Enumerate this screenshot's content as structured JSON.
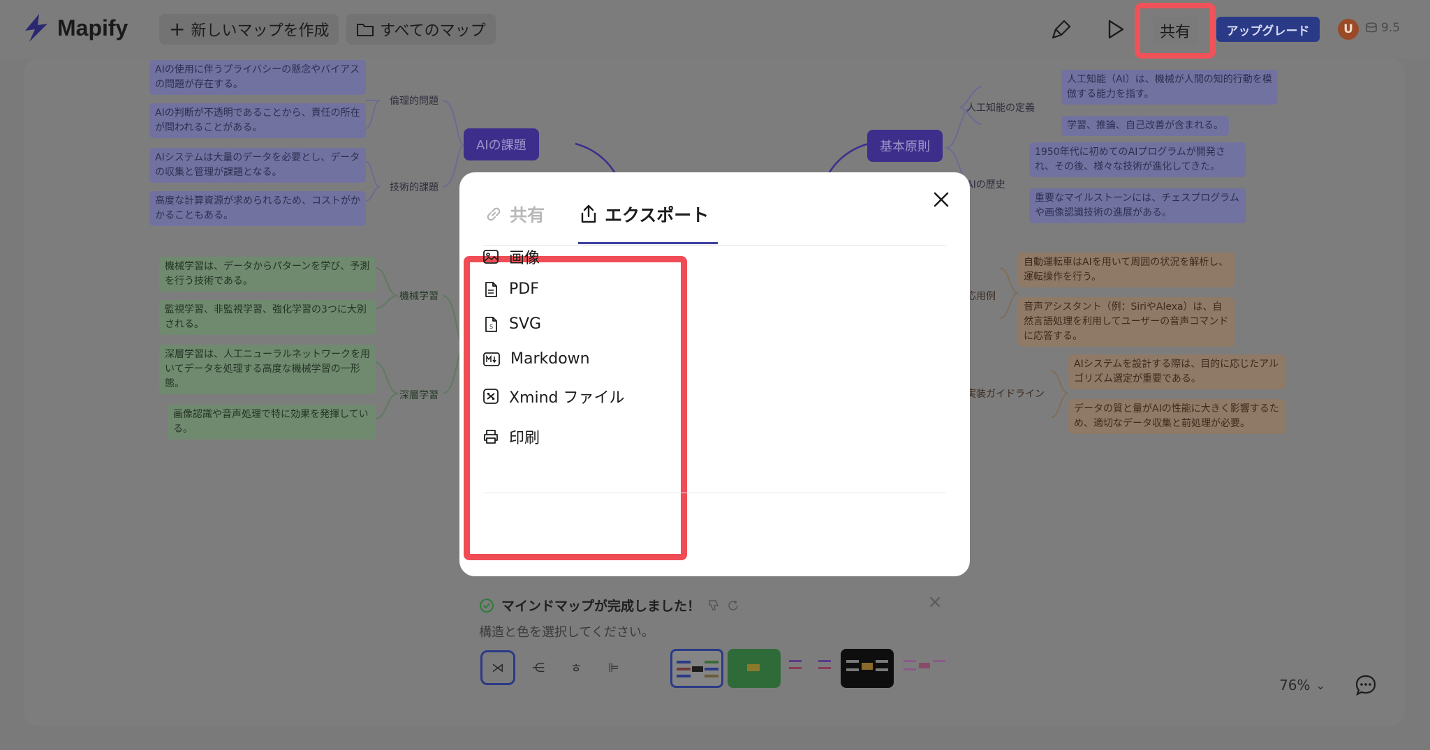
{
  "app": {
    "name": "Mapify",
    "new_map_label": "新しいマップを作成",
    "all_maps_label": "すべてのマップ",
    "share_label": "共有",
    "upgrade_label": "アップグレード",
    "avatar_initial": "U",
    "credits": "9.5",
    "accent_color": "#3b3f9e",
    "highlight_color": "#ef4c55"
  },
  "mindmap": {
    "topics": {
      "left": "AIの課題",
      "right": "基本原則"
    },
    "left_branches": [
      {
        "label": "倫理的問題",
        "notes": [
          "AIの使用に伴うプライバシーの懸念やバイアスの問題が存在する。",
          "AIの判断が不透明であることから、責任の所在が問われることがある。"
        ]
      },
      {
        "label": "技術的課題",
        "notes": [
          "AIシステムは大量のデータを必要とし、データの収集と管理が課題となる。",
          "高度な計算資源が求められるため、コストがかかることもある。"
        ]
      },
      {
        "label": "機械学習",
        "notes": [
          "機械学習は、データからパターンを学び、予測を行う技術である。",
          "監視学習、非監視学習、強化学習の3つに大別される。"
        ]
      },
      {
        "label": "深層学習",
        "notes": [
          "深層学習は、人工ニューラルネットワークを用いてデータを処理する高度な機械学習の一形態。",
          "画像認識や音声処理で特に効果を発揮している。"
        ]
      }
    ],
    "right_branches": [
      {
        "label": "人工知能の定義",
        "notes": [
          "人工知能（AI）は、機械が人間の知的行動を模倣する能力を指す。",
          "学習、推論、自己改善が含まれる。"
        ]
      },
      {
        "label": "AIの歴史",
        "notes": [
          "1950年代に初めてのAIプログラムが開発され、その後、様々な技術が進化してきた。",
          "重要なマイルストーンには、チェスプログラムや画像認識技術の進展がある。"
        ]
      },
      {
        "label": "応用例",
        "notes": [
          "自動運転車はAIを用いて周囲の状況を解析し、運転操作を行う。",
          "音声アシスタント（例：SiriやAlexa）は、自然言語処理を利用してユーザーの音声コマンドに応答する。"
        ]
      },
      {
        "label": "実装ガイドライン",
        "notes": [
          "AIシステムを設計する際は、目的に応じたアルゴリズム選定が重要である。",
          "データの質と量がAIの性能に大きく影響するため、適切なデータ収集と前処理が必要。"
        ]
      }
    ]
  },
  "completion_panel": {
    "title": "マインドマップが完成しました！",
    "subtitle": "構造と色を選択してください。"
  },
  "zoom": "76%",
  "modal": {
    "tabs": {
      "share": "共有",
      "export": "エクスポート"
    },
    "active_tab": "export",
    "export_items": [
      {
        "label": "画像",
        "icon": "image-icon"
      },
      {
        "label": "PDF",
        "icon": "pdf-file-icon"
      },
      {
        "label": "SVG",
        "icon": "svg-file-icon"
      },
      {
        "label": "Markdown",
        "icon": "markdown-icon"
      },
      {
        "label": "Xmind ファイル",
        "icon": "xmind-icon"
      },
      {
        "label": "印刷",
        "icon": "printer-icon"
      }
    ]
  }
}
